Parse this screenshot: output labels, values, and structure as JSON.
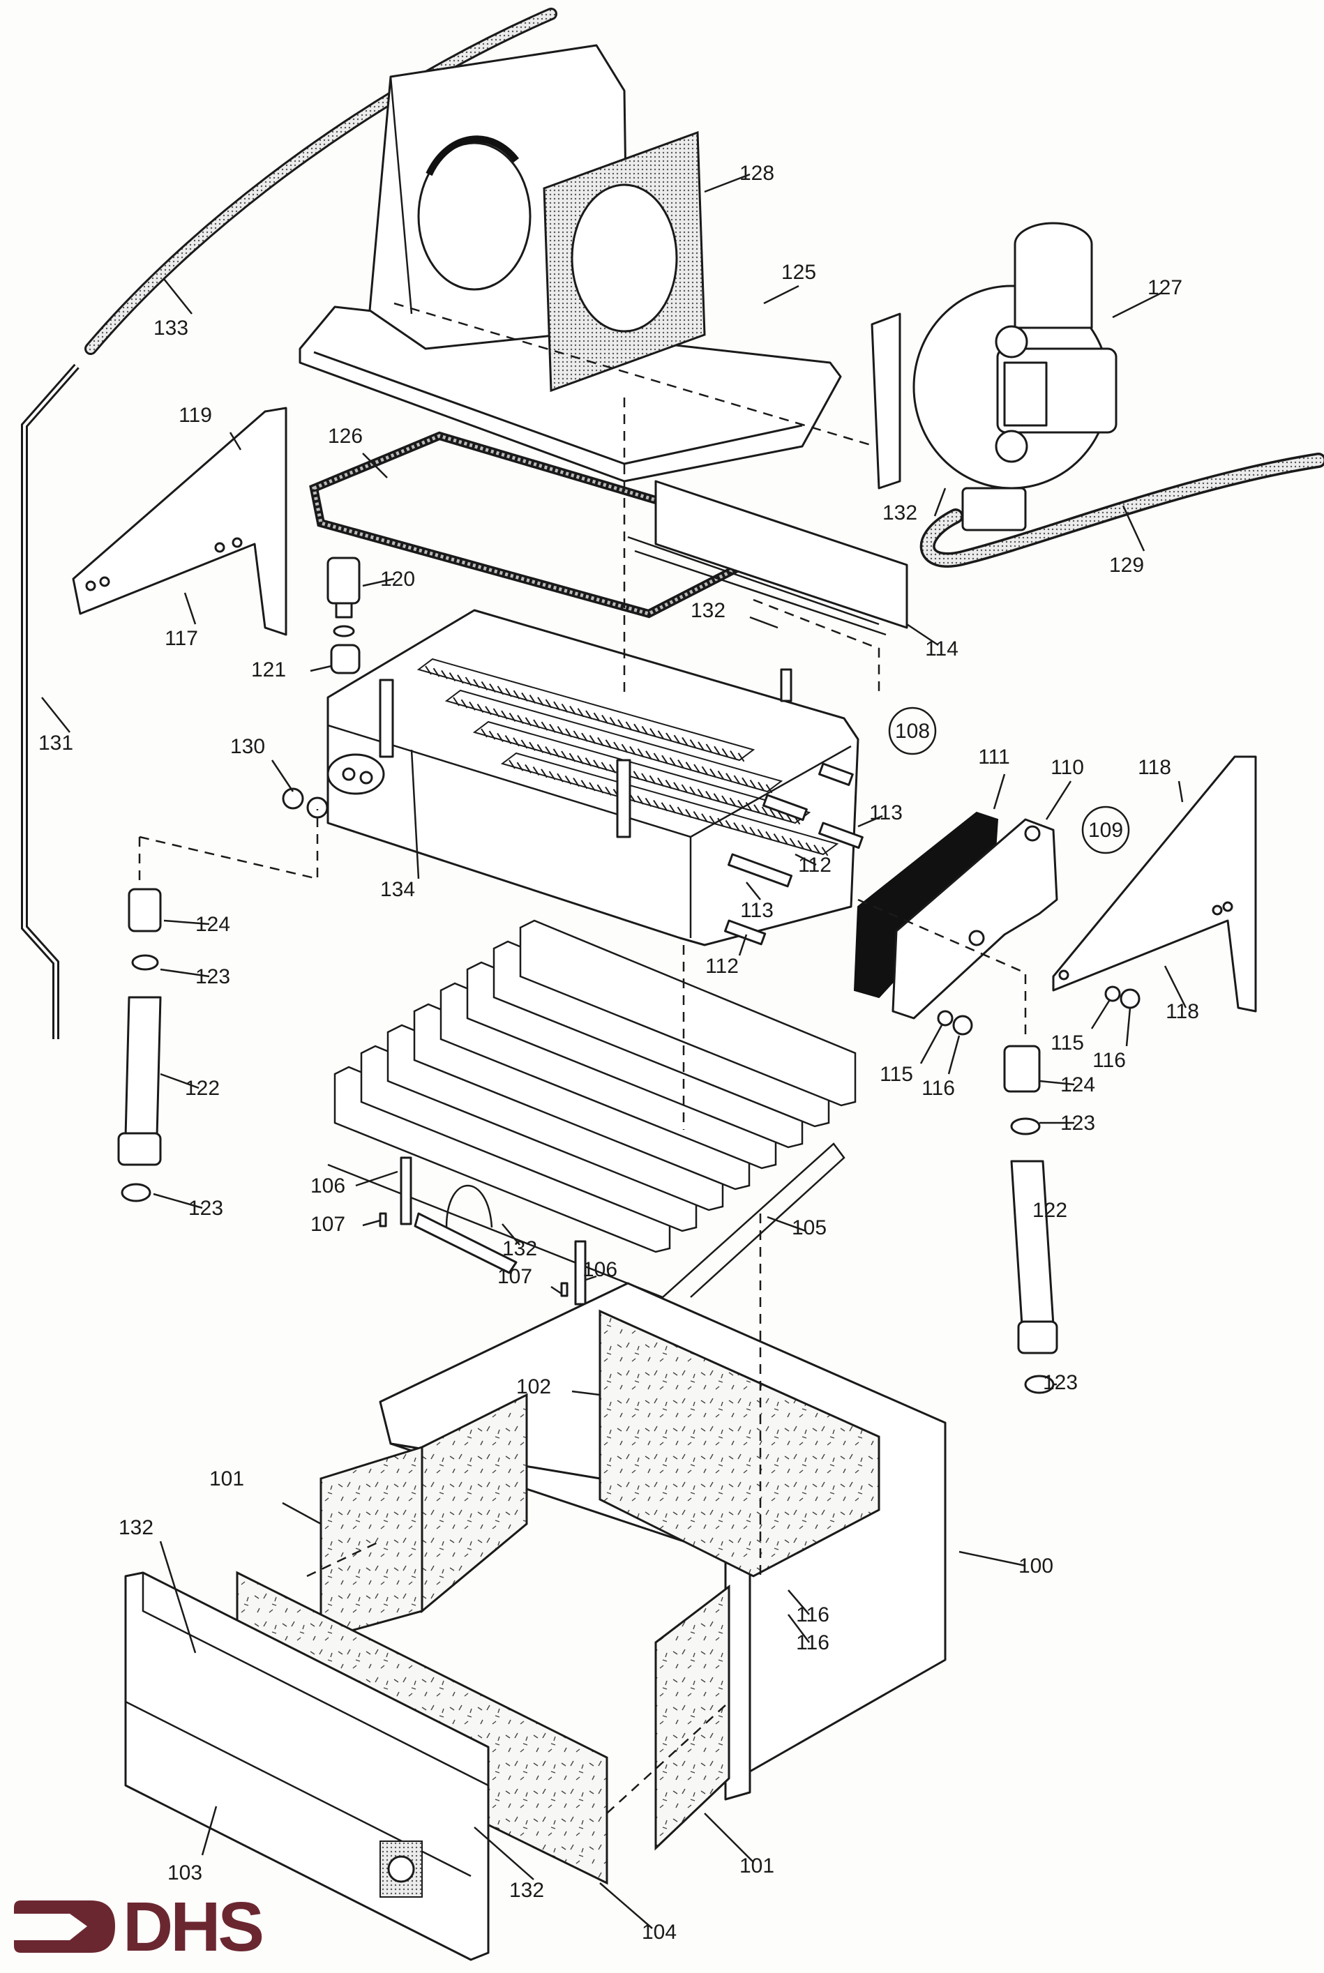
{
  "diagram": {
    "title": "Boiler heat exchanger / combustion chamber exploded view",
    "brand": {
      "logo_text": "DHS",
      "logo_color": "#6b2730"
    },
    "callouts": [
      {
        "id": "c100",
        "label": "100"
      },
      {
        "id": "c101a",
        "label": "101"
      },
      {
        "id": "c101b",
        "label": "101"
      },
      {
        "id": "c102",
        "label": "102"
      },
      {
        "id": "c103",
        "label": "103"
      },
      {
        "id": "c104",
        "label": "104"
      },
      {
        "id": "c105",
        "label": "105"
      },
      {
        "id": "c106a",
        "label": "106"
      },
      {
        "id": "c106b",
        "label": "106"
      },
      {
        "id": "c107a",
        "label": "107"
      },
      {
        "id": "c107b",
        "label": "107"
      },
      {
        "id": "c108",
        "label": "108",
        "circled": true
      },
      {
        "id": "c109",
        "label": "109",
        "circled": true
      },
      {
        "id": "c110",
        "label": "110"
      },
      {
        "id": "c111",
        "label": "111"
      },
      {
        "id": "c112a",
        "label": "112"
      },
      {
        "id": "c112b",
        "label": "112"
      },
      {
        "id": "c113a",
        "label": "113"
      },
      {
        "id": "c113b",
        "label": "113"
      },
      {
        "id": "c114",
        "label": "114"
      },
      {
        "id": "c115a",
        "label": "115"
      },
      {
        "id": "c115b",
        "label": "115"
      },
      {
        "id": "c116a",
        "label": "116"
      },
      {
        "id": "c116b",
        "label": "116"
      },
      {
        "id": "c116c",
        "label": "116"
      },
      {
        "id": "c116d",
        "label": "116"
      },
      {
        "id": "c117",
        "label": "117"
      },
      {
        "id": "c118a",
        "label": "118"
      },
      {
        "id": "c118b",
        "label": "118"
      },
      {
        "id": "c119",
        "label": "119"
      },
      {
        "id": "c120",
        "label": "120"
      },
      {
        "id": "c121",
        "label": "121"
      },
      {
        "id": "c122a",
        "label": "122"
      },
      {
        "id": "c122b",
        "label": "122"
      },
      {
        "id": "c123a",
        "label": "123"
      },
      {
        "id": "c123b",
        "label": "123"
      },
      {
        "id": "c123c",
        "label": "123"
      },
      {
        "id": "c123d",
        "label": "123"
      },
      {
        "id": "c124a",
        "label": "124"
      },
      {
        "id": "c124b",
        "label": "124"
      },
      {
        "id": "c125",
        "label": "125"
      },
      {
        "id": "c126",
        "label": "126"
      },
      {
        "id": "c127",
        "label": "127"
      },
      {
        "id": "c128",
        "label": "128"
      },
      {
        "id": "c129",
        "label": "129"
      },
      {
        "id": "c130",
        "label": "130"
      },
      {
        "id": "c131",
        "label": "131"
      },
      {
        "id": "c132a",
        "label": "132"
      },
      {
        "id": "c132b",
        "label": "132"
      },
      {
        "id": "c132c",
        "label": "132"
      },
      {
        "id": "c132d",
        "label": "132"
      },
      {
        "id": "c132e",
        "label": "132"
      },
      {
        "id": "c133",
        "label": "133"
      },
      {
        "id": "c134",
        "label": "134"
      }
    ]
  }
}
